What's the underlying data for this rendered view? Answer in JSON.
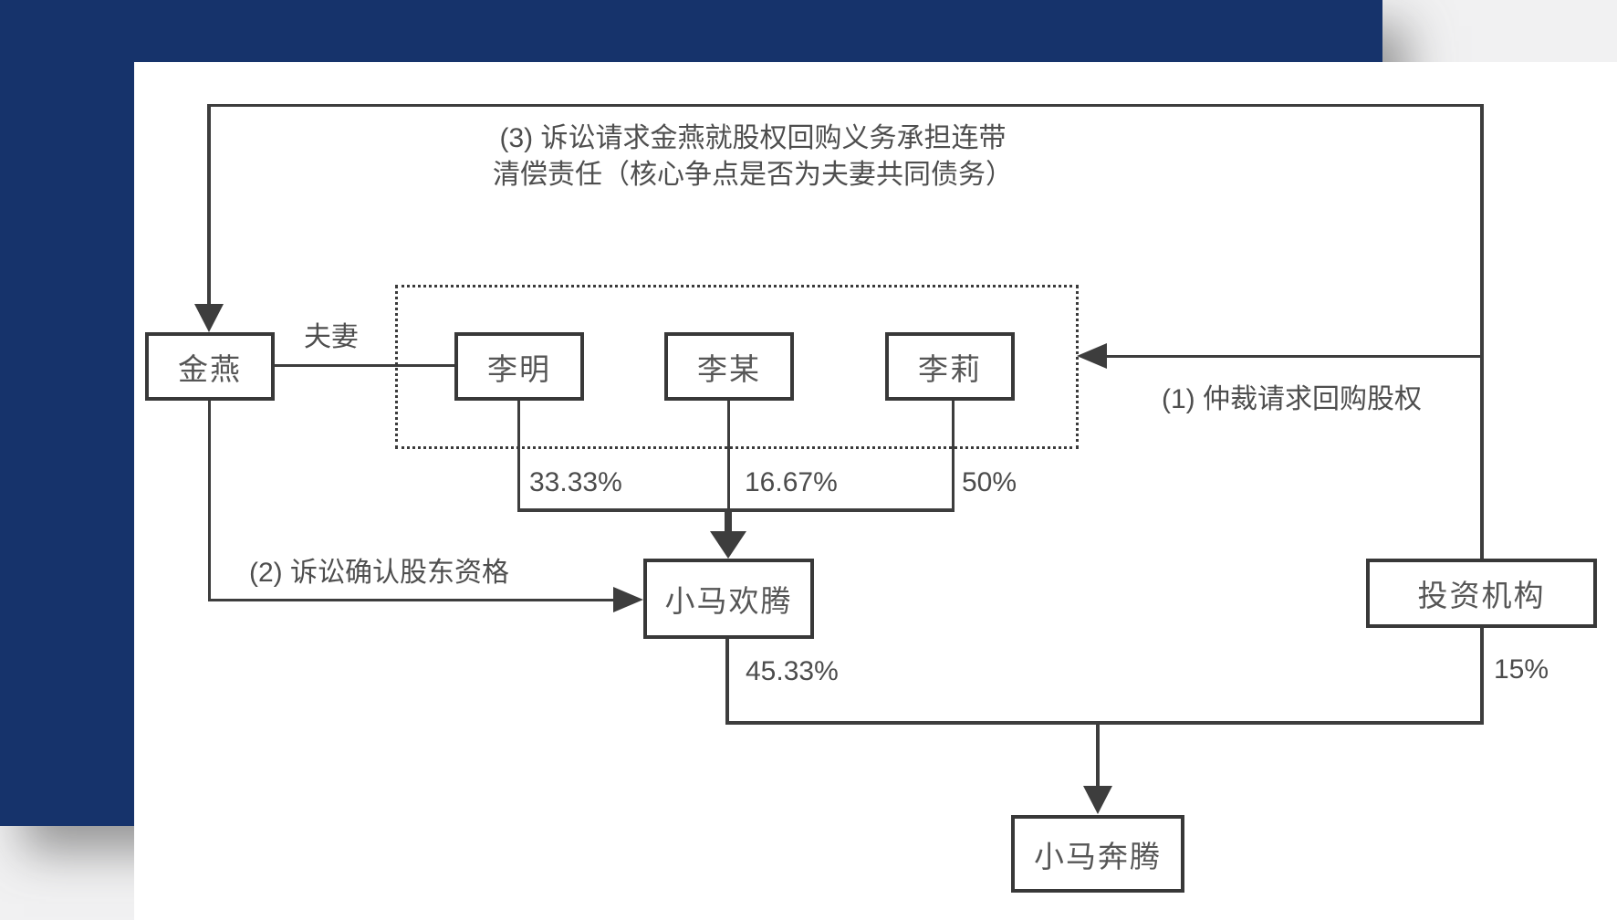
{
  "canvas": {
    "background_color": "#f1f1f2",
    "accent_rect_color": "#16336b",
    "panel_color": "#ffffff",
    "line_color": "#3d3d3d"
  },
  "annotations": {
    "claim3_line1": "(3) 诉讼请求金燕就股权回购义务承担连带",
    "claim3_line2": "清偿责任（核心争点是否为夫妻共同债务）",
    "claim1": "(1) 仲裁请求回购股权",
    "claim2": "(2) 诉讼确认股东资格",
    "spouse": "夫妻"
  },
  "nodes": {
    "jinyan": "金燕",
    "liming": "李明",
    "limou": "李某",
    "lili": "李莉",
    "xiaoma_huanteng": "小马欢腾",
    "investor": "投资机构",
    "xiaoma_benteng": "小马奔腾"
  },
  "ownership": {
    "liming_pct": "33.33%",
    "limou_pct": "16.67%",
    "lili_pct": "50%",
    "huanteng_pct": "45.33%",
    "investor_pct": "15%"
  }
}
